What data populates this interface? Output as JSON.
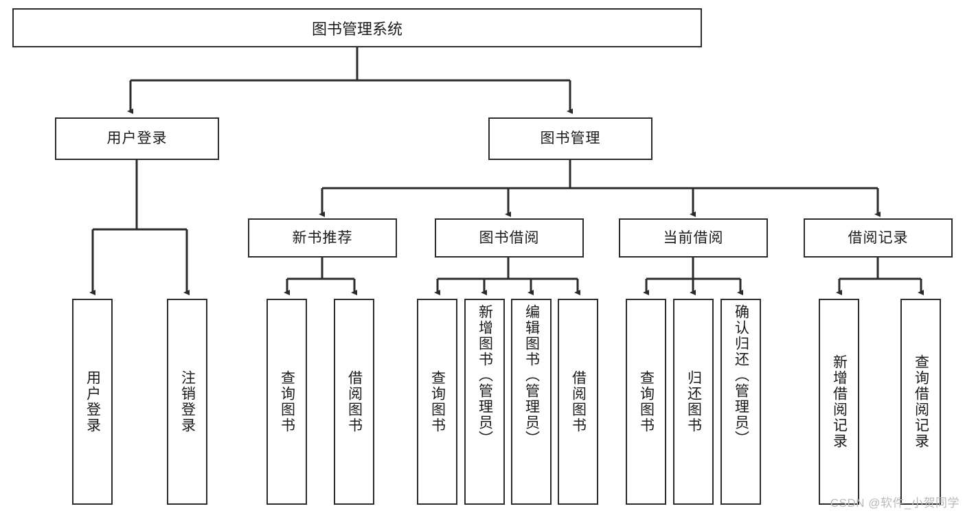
{
  "diagram": {
    "title": "图书管理系统",
    "type": "tree",
    "watermark": "CSDN @软件_小贺同学",
    "colors": {
      "stroke": "#2b2b2b",
      "box_fill": "#ffffff",
      "text": "#1a1a1a",
      "watermark": "#b9b9b9",
      "background": "#ffffff"
    },
    "root": {
      "id": "root",
      "label": "图书管理系统"
    },
    "level2": [
      {
        "id": "user-login",
        "label": "用户登录"
      },
      {
        "id": "book-manage",
        "label": "图书管理"
      }
    ],
    "level3": [
      {
        "id": "new-book-rec",
        "label": "新书推荐",
        "parent": "book-manage"
      },
      {
        "id": "book-borrow",
        "label": "图书借阅",
        "parent": "book-manage"
      },
      {
        "id": "current-borrow",
        "label": "当前借阅",
        "parent": "book-manage"
      },
      {
        "id": "borrow-record",
        "label": "借阅记录",
        "parent": "book-manage"
      }
    ],
    "leaves": [
      {
        "id": "leaf-user-login",
        "label": "用户登录",
        "parent": "user-login"
      },
      {
        "id": "leaf-user-logout",
        "label": "注销登录",
        "parent": "user-login"
      },
      {
        "id": "leaf-query-book-1",
        "label": "查询图书",
        "parent": "new-book-rec"
      },
      {
        "id": "leaf-borrow-book-1",
        "label": "借阅图书",
        "parent": "new-book-rec"
      },
      {
        "id": "leaf-query-book-2",
        "label": "查询图书",
        "parent": "book-borrow"
      },
      {
        "id": "leaf-add-book",
        "label": "新增图书（管理员）",
        "parent": "book-borrow"
      },
      {
        "id": "leaf-edit-book",
        "label": "编辑图书（管理员）",
        "parent": "book-borrow"
      },
      {
        "id": "leaf-borrow-book-2",
        "label": "借阅图书",
        "parent": "book-borrow"
      },
      {
        "id": "leaf-query-book-3",
        "label": "查询图书",
        "parent": "current-borrow"
      },
      {
        "id": "leaf-return-book",
        "label": "归还图书",
        "parent": "current-borrow"
      },
      {
        "id": "leaf-confirm-return",
        "label": "确认归还（管理员）",
        "parent": "current-borrow"
      },
      {
        "id": "leaf-add-record",
        "label": "新增借阅记录",
        "parent": "borrow-record"
      },
      {
        "id": "leaf-query-record",
        "label": "查询借阅记录",
        "parent": "borrow-record"
      }
    ]
  }
}
